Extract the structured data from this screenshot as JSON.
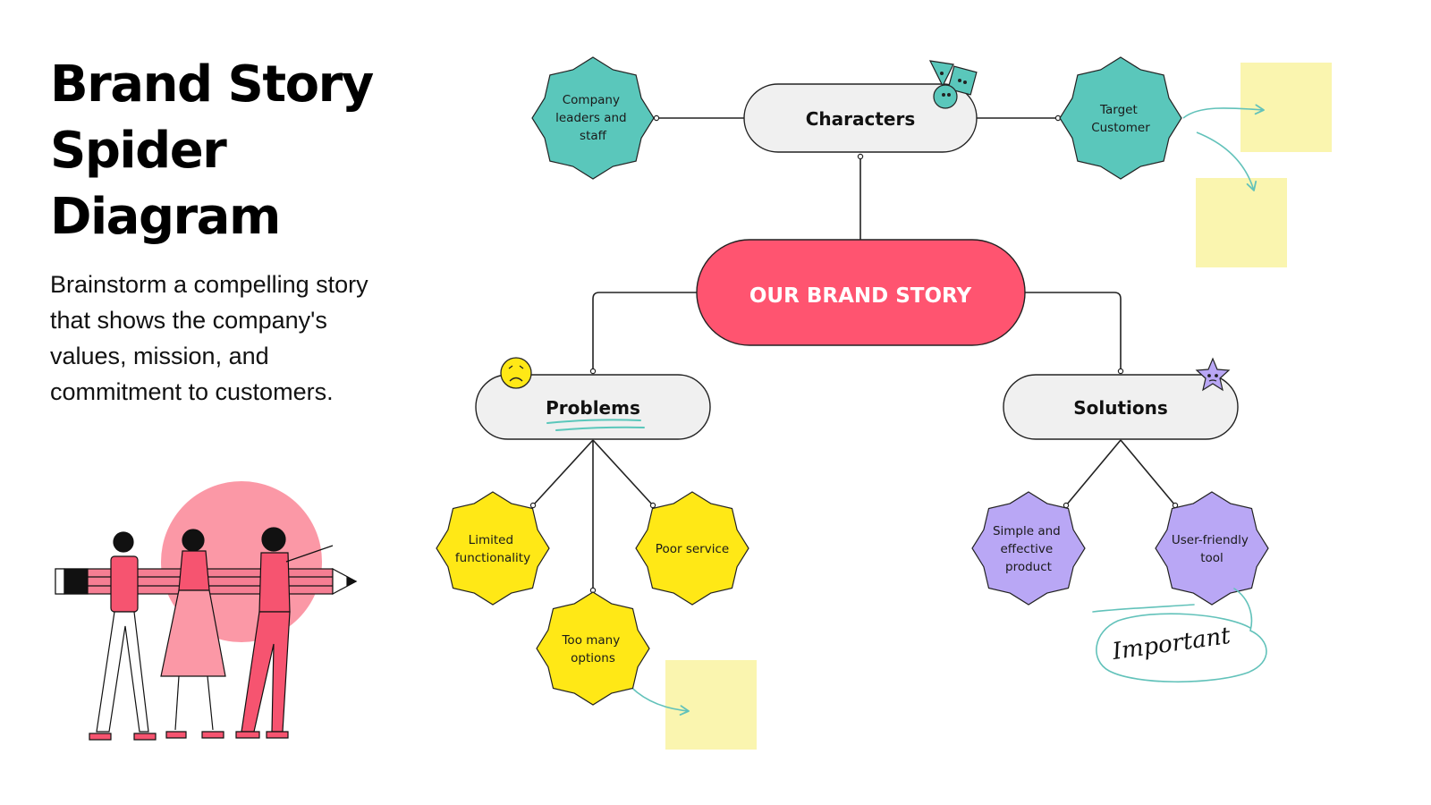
{
  "header": {
    "title_lines": [
      "Brand Story",
      "Spider",
      "Diagram"
    ],
    "description": "Brainstorm a compelling story that shows the company's values, mission, and commitment to customers."
  },
  "diagram": {
    "center": "OUR BRAND STORY",
    "branches": {
      "characters": {
        "label": "Characters",
        "children": [
          {
            "label_lines": [
              "Company",
              "leaders and",
              "staff"
            ]
          },
          {
            "label_lines": [
              "Target",
              "Customer"
            ]
          }
        ]
      },
      "problems": {
        "label": "Problems",
        "children": [
          {
            "label_lines": [
              "Limited",
              "functionality"
            ]
          },
          {
            "label_lines": [
              "Poor service"
            ]
          },
          {
            "label_lines": [
              "Too many",
              "options"
            ]
          }
        ]
      },
      "solutions": {
        "label": "Solutions",
        "children": [
          {
            "label_lines": [
              "Simple and",
              "effective",
              "product"
            ]
          },
          {
            "label_lines": [
              "User-friendly",
              "tool"
            ]
          }
        ]
      }
    },
    "annotation": "Important"
  },
  "colors": {
    "center": "#FF5470",
    "pill": "#F0F0F0",
    "teal": "#5AC7BB",
    "yellow": "#FFE816",
    "lavender": "#B9A7F5",
    "sticky": "#FAF5AF",
    "arrow": "#62C2BA",
    "pink_circle": "#FB98A6"
  }
}
